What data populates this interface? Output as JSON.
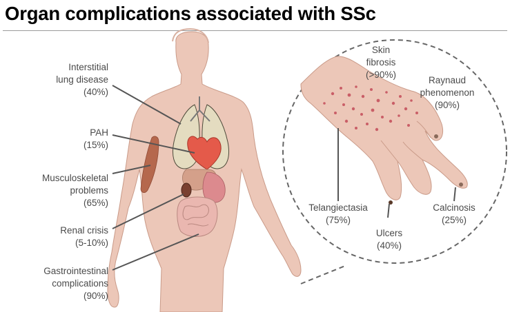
{
  "title": "Organ complications associated with SSc",
  "labels": {
    "ild": {
      "line1": "Interstitial",
      "line2": "lung disease",
      "pct": "(40%)"
    },
    "pah": {
      "line1": "PAH",
      "pct": "(15%)"
    },
    "musculo": {
      "line1": "Musculoskeletal",
      "line2": "problems",
      "pct": "(65%)"
    },
    "renal": {
      "line1": "Renal crisis",
      "pct": "(5-10%)"
    },
    "gi": {
      "line1": "Gastrointestinal",
      "line2": "complications",
      "pct": "(90%)"
    },
    "skin": {
      "line1": "Skin",
      "line2": "fibrosis",
      "pct": "(>90%)"
    },
    "raynaud": {
      "line1": "Raynaud",
      "line2": "phenomenon",
      "pct": "(90%)"
    },
    "telang": {
      "line1": "Telangiectasia",
      "pct": "(75%)"
    },
    "calcinosis": {
      "line1": "Calcinosis",
      "pct": "(25%)"
    },
    "ulcers": {
      "line1": "Ulcers",
      "pct": "(40%)"
    }
  },
  "colors": {
    "skin": "#ecc7b8",
    "skin_dark": "#c99a88",
    "lung": "#e4dcc0",
    "heart": "#e45a4a",
    "muscle": "#b5684d",
    "intestine": "#eab7b0",
    "freckle": "#c95e67",
    "label_text": "#4a4a4a",
    "leader": "#555555"
  },
  "icons": [
    "human-body-figure",
    "magnified-hand-illustration"
  ]
}
